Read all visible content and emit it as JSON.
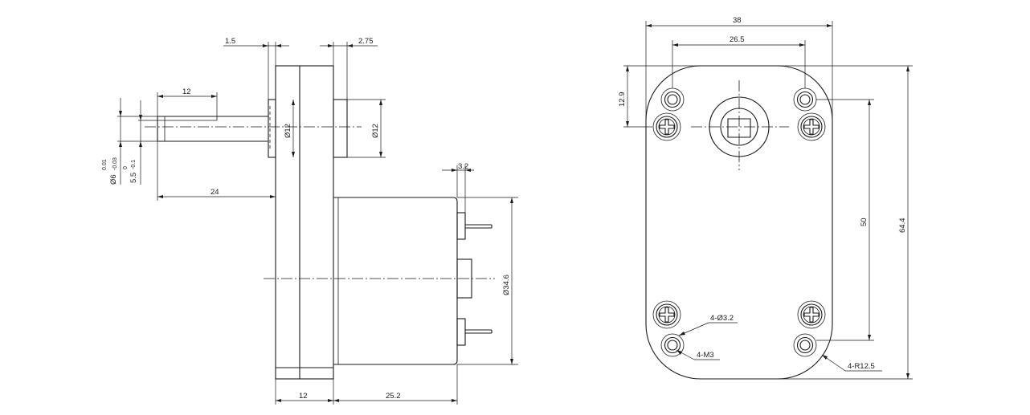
{
  "side_view": {
    "dims": {
      "flange_thickness": "1.5",
      "boss_height": "2.75",
      "flat_length": "12",
      "shaft_length": "24",
      "shaft_diameter": "Ø6",
      "shaft_tol_upper": "0.01",
      "shaft_tol_lower": "-0.03",
      "flat_width": "5.5",
      "flat_tol_upper": "0",
      "flat_tol_lower": "-0.1",
      "left_boss_diameter": "Ø12",
      "right_boss_diameter": "Ø12",
      "terminal_offset": "3.2",
      "motor_diameter": "Ø34.6",
      "gearbox_width": "12",
      "motor_length": "25.2"
    }
  },
  "front_view": {
    "dims": {
      "overall_width": "38",
      "hole_spacing_x": "26.5",
      "top_offset": "12.9",
      "hole_spacing_y": "50",
      "overall_height": "64.4",
      "through_holes": "4-Ø3.2",
      "tapped_holes": "4-M3",
      "corner_radius": "4-R12.5"
    }
  }
}
